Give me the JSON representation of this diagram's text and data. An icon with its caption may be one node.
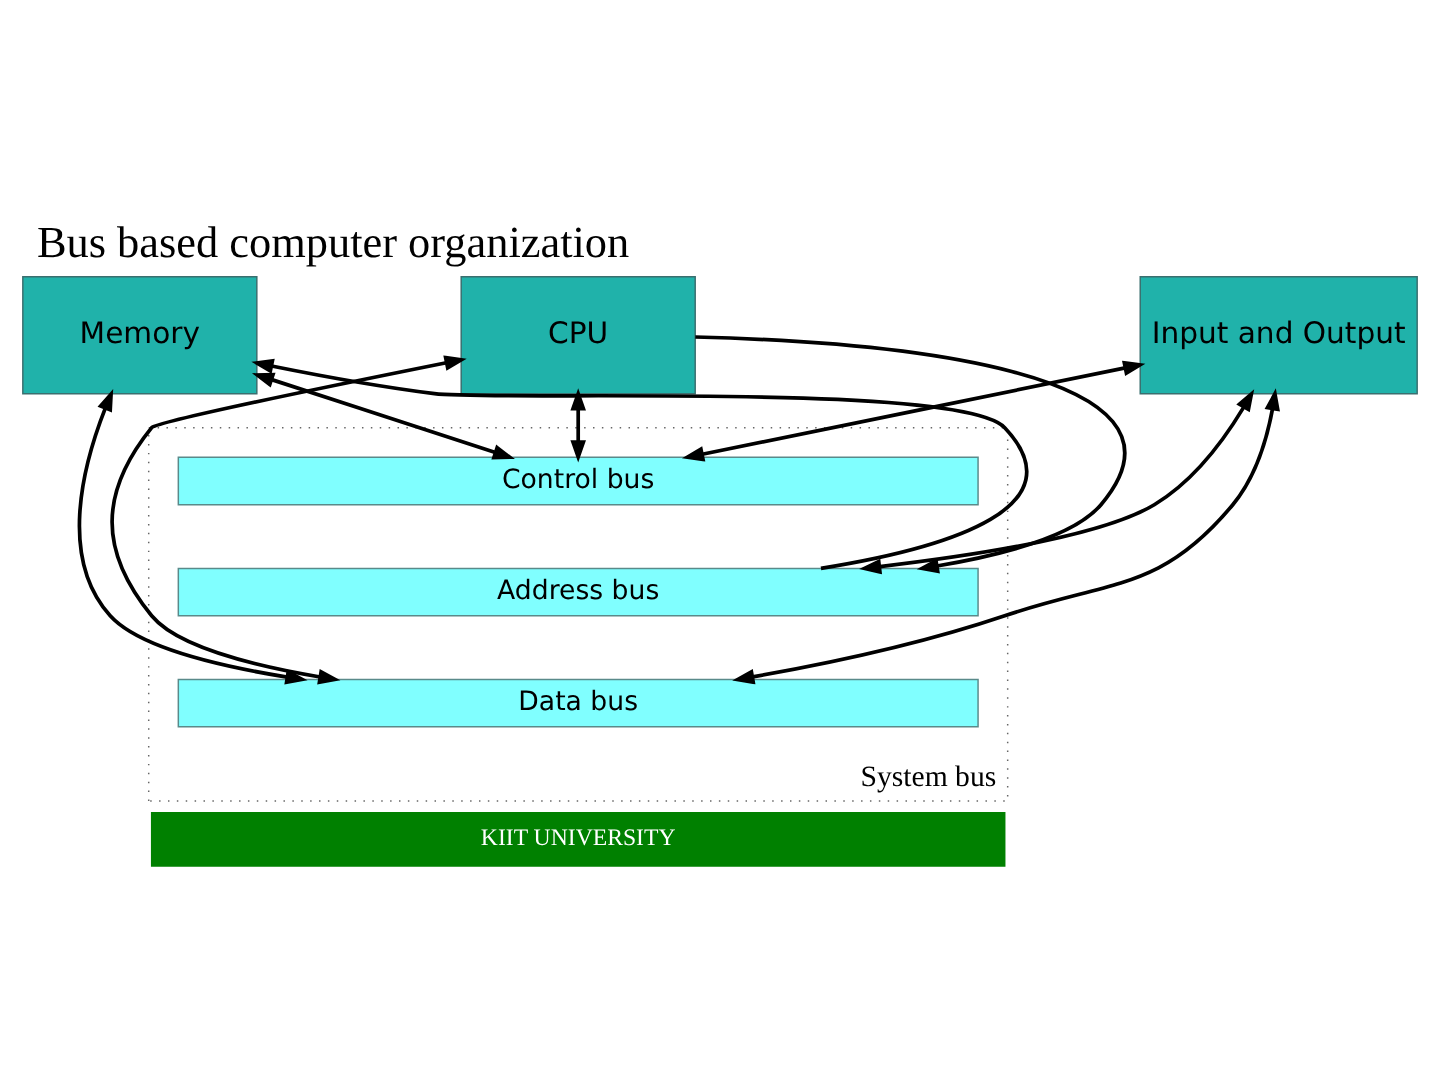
{
  "diagram": {
    "title": "Bus based computer organization",
    "nodes": [
      {
        "text": [
          "CPU"
        ]
      },
      {
        "text": [
          "Memory"
        ]
      },
      {
        "text": [
          "Input and Output"
        ]
      },
      {
        "text": [
          "System bus"
        ]
      },
      {
        "text": [
          "Control bus"
        ],
        "in": 3
      },
      {
        "text": [
          "Address bus"
        ],
        "in": 3
      },
      {
        "text": [
          "Data bus"
        ],
        "in": 3
      }
    ],
    "edges": [
      {
        "from": 0,
        "to": 4,
        "arrow": "both"
      },
      {
        "from": 0,
        "to": 5,
        "arrow": "to"
      },
      {
        "from": 0,
        "to": 6,
        "arrow": "both"
      },
      {
        "from": 1,
        "to": 4,
        "arrow": "both"
      },
      {
        "from": 5,
        "to": 1,
        "arrow": "to"
      },
      {
        "from": 1,
        "to": 6,
        "arrow": "both"
      },
      {
        "from": 2,
        "to": 4,
        "arrow": "both"
      },
      {
        "from": 2,
        "to": 5,
        "arrow": "both"
      },
      {
        "from": 2,
        "to": 6,
        "arrow": "both"
      }
    ],
    "labels": [
      "KIIT UNIVERSITY"
    ]
  }
}
